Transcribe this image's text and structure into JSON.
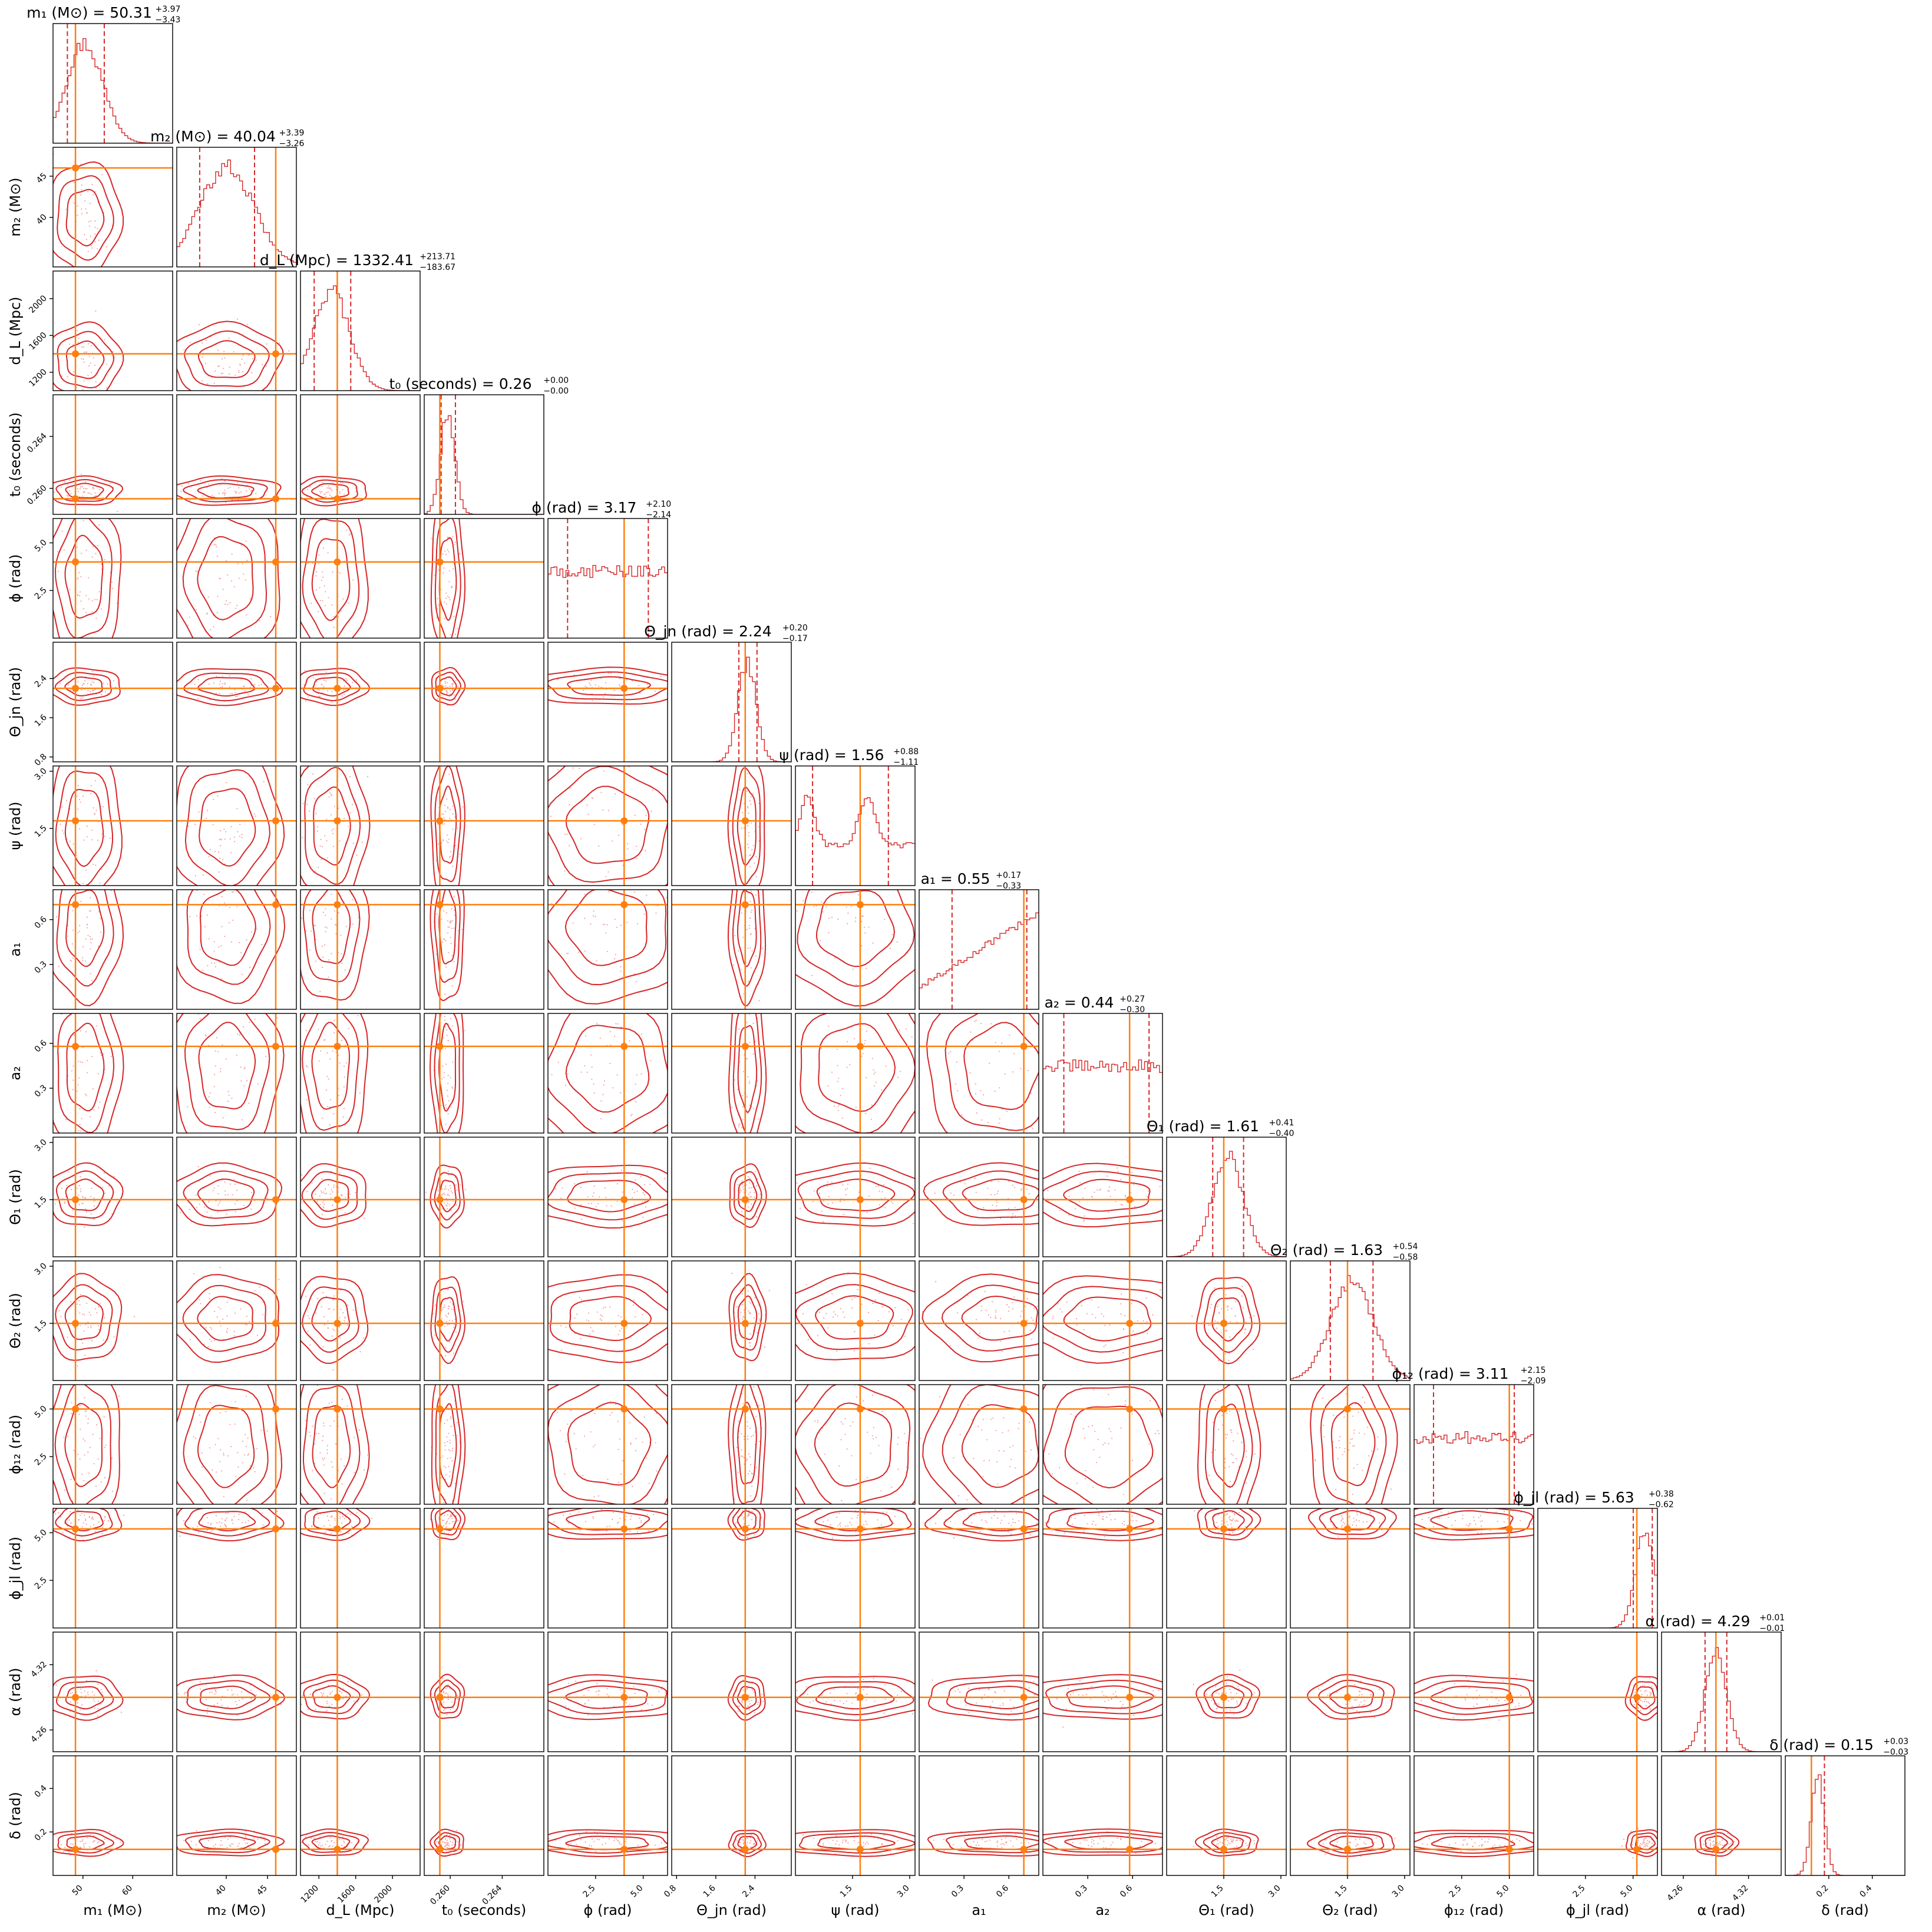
{
  "colors": {
    "posterior": "#d62728",
    "truth": "#ff7f0e",
    "frame": "#000000"
  },
  "chart_data": {
    "type": "corner",
    "parameters": [
      {
        "key": "m1",
        "label": "m₁ (M⊙)",
        "title": "m₁ (M⊙) = 50.31",
        "plus": "+3.97",
        "minus": "−3.43",
        "median": 50.31,
        "lo": 46.88,
        "hi": 54.28,
        "truth": 48.5,
        "range": [
          44,
          68
        ],
        "ticks": [
          "50",
          "60"
        ],
        "tickvals": [
          50,
          60
        ]
      },
      {
        "key": "m2",
        "label": "m₂ (M⊙)",
        "title": "m₂ (M⊙) = 40.04",
        "plus": "+3.39",
        "minus": "−3.26",
        "median": 40.04,
        "lo": 36.78,
        "hi": 43.43,
        "truth": 46.0,
        "range": [
          34,
          48.5
        ],
        "ticks": [
          "40",
          "45"
        ],
        "tickvals": [
          40,
          45
        ]
      },
      {
        "key": "dl",
        "label": "d_L (Mpc)",
        "title": "d_L (Mpc) = 1332.41",
        "plus": "+213.71",
        "minus": "−183.67",
        "median": 1332.41,
        "lo": 1148.74,
        "hi": 1546.12,
        "truth": 1400,
        "range": [
          1000,
          2300
        ],
        "ticks": [
          "1200",
          "1600",
          "2000"
        ],
        "tickvals": [
          1200,
          1600,
          2000
        ]
      },
      {
        "key": "t0",
        "label": "t₀ (seconds)",
        "title": "t₀ (seconds) = 0.26",
        "plus": "+0.00",
        "minus": "−0.00",
        "median": 0.2598,
        "lo": 0.2593,
        "hi": 0.2604,
        "truth": 0.2592,
        "range": [
          0.258,
          0.2672
        ],
        "ticks": [
          "0.260",
          "0.264"
        ],
        "tickvals": [
          0.26,
          0.264
        ]
      },
      {
        "key": "phi",
        "label": "ϕ (rad)",
        "title": "ϕ (rad) = 3.17",
        "plus": "+2.10",
        "minus": "−2.14",
        "median": 3.17,
        "lo": 1.03,
        "hi": 5.27,
        "truth": 4.0,
        "range": [
          0,
          6.28
        ],
        "ticks": [
          "2.5",
          "5.0"
        ],
        "tickvals": [
          2.5,
          5.0
        ]
      },
      {
        "key": "thjn",
        "label": "Θ_jn (rad)",
        "title": "Θ_jn (rad) = 2.24",
        "plus": "+0.20",
        "minus": "−0.17",
        "median": 2.24,
        "lo": 2.07,
        "hi": 2.44,
        "truth": 2.2,
        "range": [
          0.7,
          3.14
        ],
        "ticks": [
          "0.8",
          "1.6",
          "2.4"
        ],
        "tickvals": [
          0.8,
          1.6,
          2.4
        ]
      },
      {
        "key": "psi",
        "label": "ψ (rad)",
        "title": "ψ (rad) = 1.56",
        "plus": "+0.88",
        "minus": "−1.11",
        "median": 1.56,
        "lo": 0.45,
        "hi": 2.44,
        "truth": 1.7,
        "range": [
          0,
          3.14
        ],
        "ticks": [
          "1.5",
          "3.0"
        ],
        "tickvals": [
          1.5,
          3.0
        ]
      },
      {
        "key": "a1",
        "label": "a₁",
        "title": "a₁ = 0.55",
        "plus": "+0.17",
        "minus": "−0.33",
        "median": 0.55,
        "lo": 0.22,
        "hi": 0.72,
        "truth": 0.7,
        "range": [
          0,
          0.8
        ],
        "ticks": [
          "0.3",
          "0.6"
        ],
        "tickvals": [
          0.3,
          0.6
        ]
      },
      {
        "key": "a2",
        "label": "a₂",
        "title": "a₂ = 0.44",
        "plus": "+0.27",
        "minus": "−0.30",
        "median": 0.44,
        "lo": 0.14,
        "hi": 0.71,
        "truth": 0.58,
        "range": [
          0,
          0.8
        ],
        "ticks": [
          "0.3",
          "0.6"
        ],
        "tickvals": [
          0.3,
          0.6
        ]
      },
      {
        "key": "th1",
        "label": "Θ₁ (rad)",
        "title": "Θ₁ (rad) = 1.61",
        "plus": "+0.41",
        "minus": "−0.40",
        "median": 1.61,
        "lo": 1.21,
        "hi": 2.02,
        "truth": 1.5,
        "range": [
          0,
          3.14
        ],
        "ticks": [
          "1.5",
          "3.0"
        ],
        "tickvals": [
          1.5,
          3.0
        ]
      },
      {
        "key": "th2",
        "label": "Θ₂ (rad)",
        "title": "Θ₂ (rad) = 1.63",
        "plus": "+0.54",
        "minus": "−0.58",
        "median": 1.63,
        "lo": 1.05,
        "hi": 2.17,
        "truth": 1.5,
        "range": [
          0,
          3.14
        ],
        "ticks": [
          "1.5",
          "3.0"
        ],
        "tickvals": [
          1.5,
          3.0
        ]
      },
      {
        "key": "phi12",
        "label": "ϕ₁₂ (rad)",
        "title": "ϕ₁₂ (rad) = 3.11",
        "plus": "+2.15",
        "minus": "−2.09",
        "median": 3.11,
        "lo": 1.02,
        "hi": 5.26,
        "truth": 5.0,
        "range": [
          0,
          6.28
        ],
        "ticks": [
          "2.5",
          "5.0"
        ],
        "tickvals": [
          2.5,
          5.0
        ]
      },
      {
        "key": "phijl",
        "label": "ϕ_jl (rad)",
        "title": "ϕ_jl (rad) = 5.63",
        "plus": "+0.38",
        "minus": "−0.62",
        "median": 5.63,
        "lo": 5.01,
        "hi": 6.01,
        "truth": 5.2,
        "range": [
          0,
          6.28
        ],
        "ticks": [
          "2.5",
          "5.0"
        ],
        "tickvals": [
          2.5,
          5.0
        ]
      },
      {
        "key": "alpha",
        "label": "α (rad)",
        "title": "α (rad) = 4.29",
        "plus": "+0.01",
        "minus": "−0.01",
        "median": 4.29,
        "lo": 4.28,
        "hi": 4.3,
        "truth": 4.29,
        "range": [
          4.24,
          4.35
        ],
        "ticks": [
          "4.26",
          "4.32"
        ],
        "tickvals": [
          4.26,
          4.32
        ]
      },
      {
        "key": "delta",
        "label": "δ (rad)",
        "title": "δ (rad) = 0.15",
        "plus": "+0.03",
        "minus": "−0.03",
        "median": 0.15,
        "lo": 0.12,
        "hi": 0.18,
        "truth": 0.12,
        "range": [
          0,
          0.55
        ],
        "ticks": [
          "0.2",
          "0.4"
        ],
        "tickvals": [
          0.2,
          0.4
        ]
      }
    ],
    "contour_levels": 3,
    "histogram": "step",
    "quantile_lines": "dashed",
    "grid": false
  }
}
